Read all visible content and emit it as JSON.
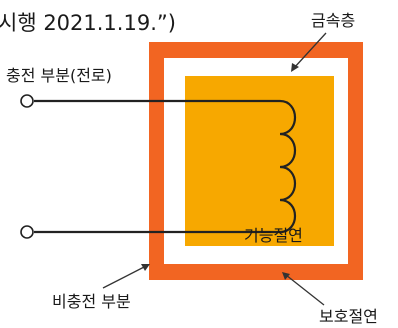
{
  "labels": {
    "header": "시행 2021.1.19.”)",
    "metal_layer": "금속층",
    "charged_part": "충전 부분(전로)",
    "functional_insulation": "기능절연",
    "non_charged_part": "비충전 부분",
    "protective_insulation": "보호절연"
  },
  "colors": {
    "outer_frame": "#f26522",
    "gap": "#ffffff",
    "inner_block": "#f7a800",
    "wire": "#222222",
    "terminal_fill": "#ffffff",
    "leader_line": "#333333",
    "text": "#1a1a1a"
  }
}
